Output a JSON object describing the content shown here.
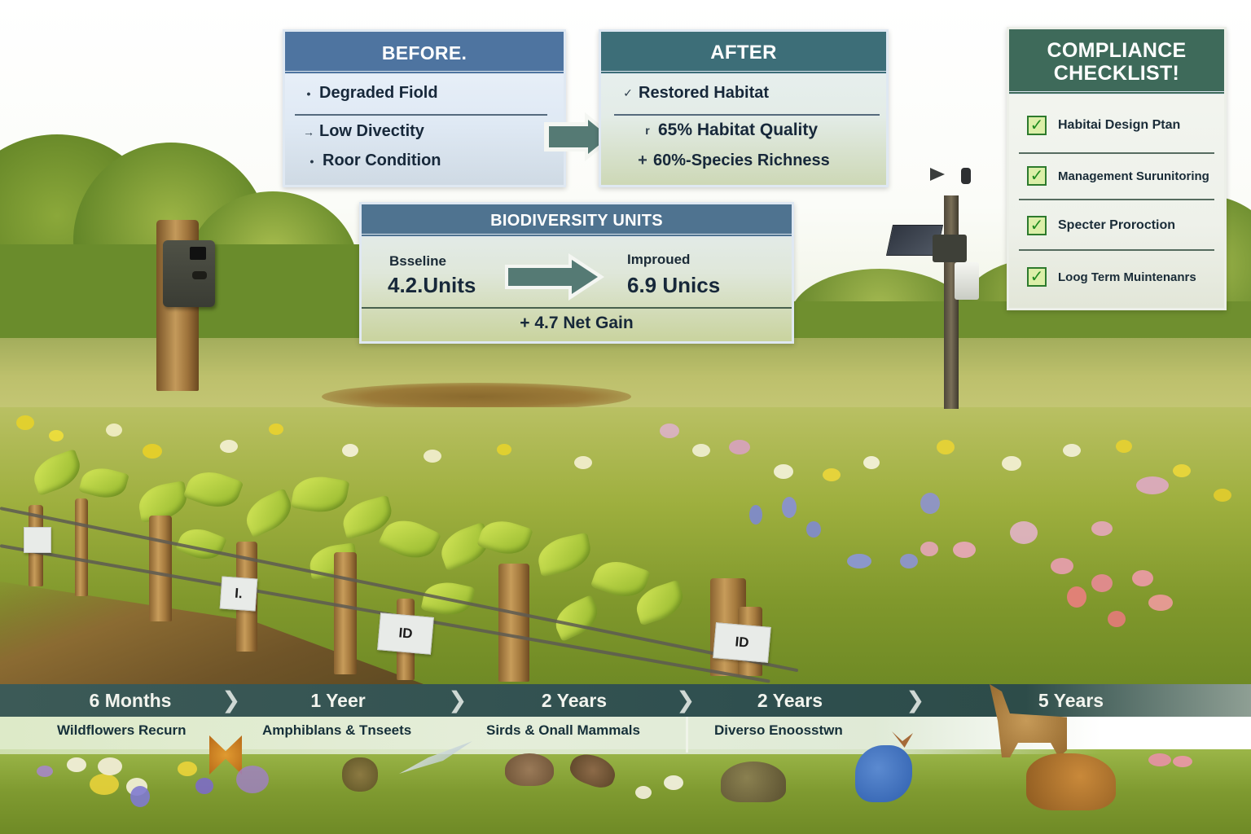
{
  "before_panel": {
    "title": "BEFORE.",
    "header_color": "#4e74a0",
    "items": [
      {
        "bullet": "•",
        "text": "Degraded Fiold"
      },
      {
        "bullet": "→",
        "text": "Low Divectity"
      },
      {
        "bullet": "•",
        "text": "Roor Condition"
      }
    ]
  },
  "after_panel": {
    "title": "AFTER",
    "header_color": "#3d6e78",
    "items": [
      {
        "bullet": "✓",
        "text": "Restored Habitat"
      },
      {
        "bullet": "r",
        "text": "65% Habitat Quality"
      },
      {
        "bullet": "+",
        "text": "60%-Species Richness"
      }
    ]
  },
  "transition_arrow": {
    "icon": "arrow-right-icon",
    "color": "#557a74"
  },
  "biodiversity_units": {
    "title": "BIODIVERSITY UNITS",
    "baseline_label": "Bsseline",
    "baseline_value": "4.2.Units",
    "improved_label": "Improued",
    "improved_value": "6.9 Unics",
    "net_gain": "+ 4.7 Net Gain",
    "arrow_icon": "arrow-right-icon"
  },
  "compliance_checklist": {
    "title_line1": "COMPLIANCE",
    "title_line2": "CHECKLIST!",
    "header_color": "#3e6a5a",
    "items": [
      {
        "checked": true,
        "icon": "checkbox-checked-icon",
        "text": "Habitai  Design Ptan"
      },
      {
        "checked": true,
        "icon": "checkbox-checked-icon",
        "text": "Management Surunitoring"
      },
      {
        "checked": true,
        "icon": "checkbox-checked-icon",
        "text": "Specter Proroction"
      },
      {
        "checked": true,
        "icon": "checkbox-checked-icon",
        "text": "Loog Term Muintenanrs"
      }
    ]
  },
  "scene_labels": {
    "stake_tag_1": "",
    "stake_tag_2": "I.",
    "stake_tag_3": "ID",
    "stake_tag_4": "ID"
  },
  "timeline": {
    "bar_color": "#2f4f4f",
    "steps": [
      {
        "label": "6 Months",
        "caption": "Wildflowers Recurn"
      },
      {
        "label": "1 Yeer",
        "caption": "Amphiblans & Tnseets"
      },
      {
        "label": "2 Years",
        "caption": "Sirds & Onall Mammals"
      },
      {
        "label": "2 Years",
        "caption": "Diverso Enoosstwn"
      },
      {
        "label": "5 Years",
        "caption": ""
      }
    ],
    "chevron_icon": "chevron-right-icon"
  }
}
